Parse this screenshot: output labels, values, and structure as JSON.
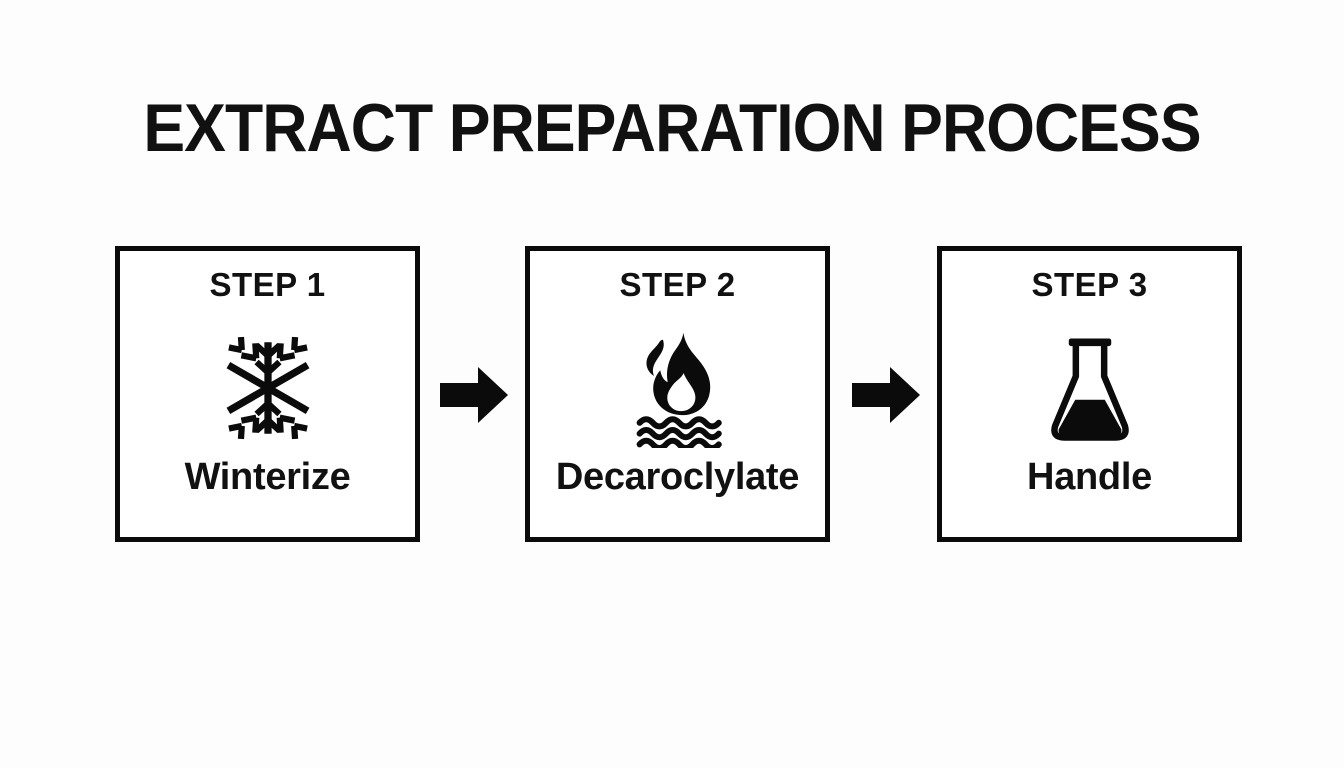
{
  "title": "EXTRACT PREPARATION PROCESS",
  "theme": {
    "background": "#fdfdfd",
    "ink": "#111111",
    "border": "#0b0b0b",
    "card_fill": "#ffffff"
  },
  "steps": [
    {
      "header": "STEP 1",
      "label": "Winterize",
      "icon": "snowflake-icon"
    },
    {
      "header": "STEP 2",
      "label": "Decaroclylate",
      "icon": "flame-over-waves-icon"
    },
    {
      "header": "STEP 3",
      "label": "Handle",
      "icon": "erlenmeyer-flask-icon"
    }
  ],
  "arrows": [
    {
      "name": "arrow-step1-to-step2",
      "direction": "right"
    },
    {
      "name": "arrow-step2-to-step3",
      "direction": "right"
    }
  ]
}
